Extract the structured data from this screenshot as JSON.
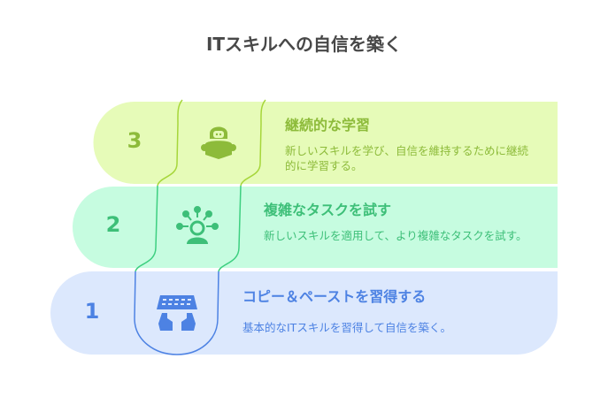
{
  "title": "ITスキルへの自信を築く",
  "steps": [
    {
      "number": "1",
      "heading": "コピー＆ペーストを習得する",
      "description": "基本的なITスキルを習得して自信を築く。",
      "icon": "keyboard-hands-icon",
      "color": "#4d82e3",
      "fill": "#dce8fd"
    },
    {
      "number": "2",
      "heading": "複雑なタスクを試す",
      "description": "新しいスキルを適用して、より複雑なタスクを試す。",
      "icon": "person-ideas-icon",
      "color": "#3dbf78",
      "fill": "#c6fce0"
    },
    {
      "number": "3",
      "heading": "継続的な学習",
      "description": "新しいスキルを学び、自信を維持するために継続的に学習する。",
      "icon": "person-reading-icon",
      "color": "#8dbb3a",
      "fill": "#e6fbb8"
    }
  ]
}
